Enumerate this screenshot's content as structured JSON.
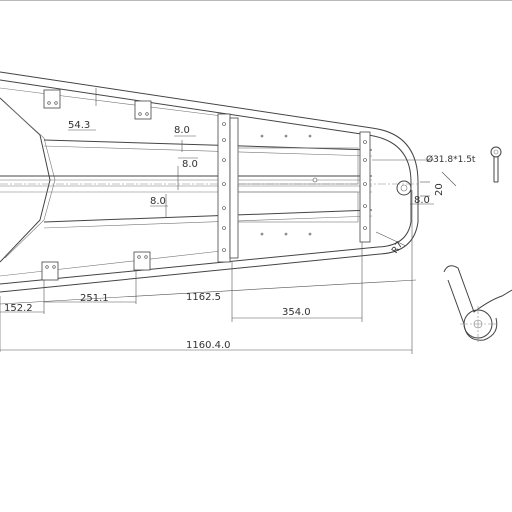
{
  "drawing": {
    "dimensions": {
      "d_54_3": "54.3",
      "d_8_0_a": "8.0",
      "d_8_0_b": "8.0",
      "d_8_0_c": "8.0",
      "d_8_0_d": "8.0",
      "d_152_2": "152.2",
      "d_251_1": "251.1",
      "d_1162_5": "1162.5",
      "d_354_0": "354.0",
      "d_1160_4": "1160.4.0",
      "d_pipe": "Ø31.8*1.5t",
      "d_20": "20",
      "d_r7": "R7"
    }
  }
}
